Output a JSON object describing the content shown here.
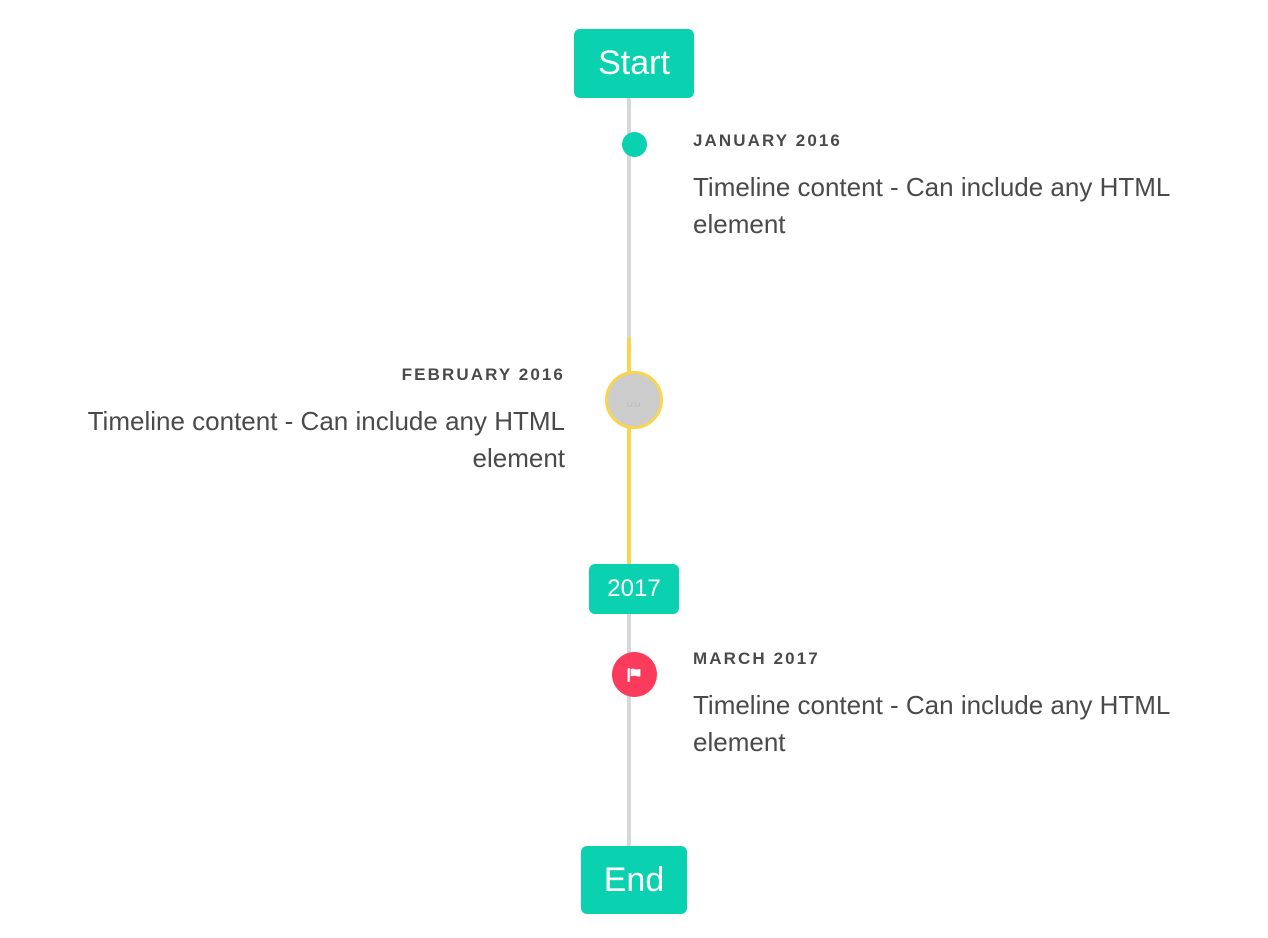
{
  "timeline": {
    "caps": {
      "start": {
        "label": "Start"
      },
      "middle": {
        "label": "2017"
      },
      "end": {
        "label": "End"
      }
    },
    "entries": [
      {
        "id": "january-2016",
        "date": "JANUARY 2016",
        "body": "Timeline content - Can include any HTML element",
        "side": "right",
        "marker": "dot-icon"
      },
      {
        "id": "february-2016",
        "date": "FEBRUARY 2016",
        "body": "Timeline content - Can include any HTML element",
        "side": "left",
        "marker": "missing-glyph-icon",
        "marker_glyph": "␣␣"
      },
      {
        "id": "march-2017",
        "date": "MARCH 2017",
        "body": "Timeline content - Can include any HTML element",
        "side": "right",
        "marker": "flag-icon"
      }
    ],
    "colors": {
      "accent_teal": "#0AD2B0",
      "accent_yellow": "#F8D44F",
      "accent_pink": "#FB3B5C",
      "line_grey": "#D8D8D8",
      "marker_grey": "#CCCCCC",
      "text": "#4A4A4A",
      "background": "#FFFFFF"
    }
  }
}
